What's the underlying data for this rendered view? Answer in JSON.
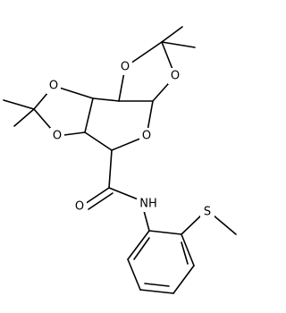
{
  "molecule": {
    "atom_labels": [
      {
        "id": "o_top_left",
        "text": "O"
      },
      {
        "id": "o_top_right",
        "text": "O"
      },
      {
        "id": "o_mid_left_top",
        "text": "O"
      },
      {
        "id": "o_mid_left_bottom",
        "text": "O"
      },
      {
        "id": "o_ring",
        "text": "O"
      },
      {
        "id": "o_carbonyl",
        "text": "O"
      },
      {
        "id": "n_amide",
        "text": "NH"
      },
      {
        "id": "s_thioether",
        "text": "S"
      }
    ],
    "colors": {
      "bond": "#000000",
      "label": "#000000",
      "background": "#ffffff"
    }
  }
}
